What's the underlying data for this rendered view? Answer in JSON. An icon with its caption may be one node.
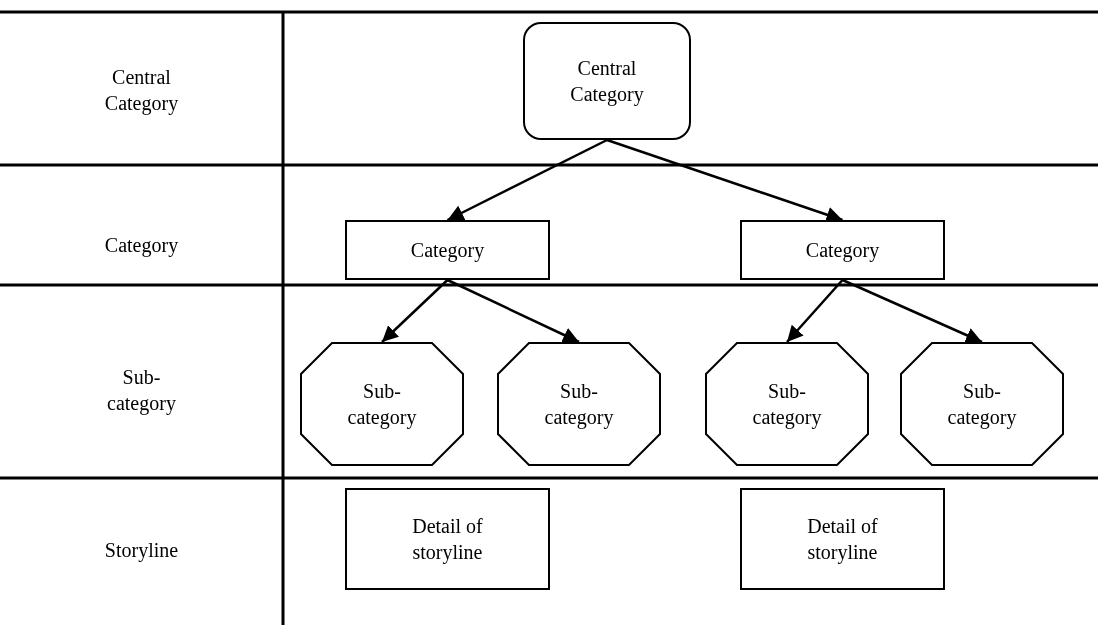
{
  "diagram": {
    "nodes": [
      {
        "text": [
          "Central Category"
        ]
      },
      {
        "text": [
          "Category"
        ]
      },
      {
        "text": [
          "Category"
        ]
      },
      {
        "text": [
          "Sub- category"
        ]
      },
      {
        "text": [
          "Sub- category"
        ]
      },
      {
        "text": [
          "Sub- category"
        ]
      },
      {
        "text": [
          "Sub- category"
        ]
      },
      {
        "text": [
          "Detail of storyline"
        ]
      },
      {
        "text": [
          "Detail of storyline"
        ]
      }
    ],
    "edges": [
      {
        "from": 0,
        "to": 1,
        "arrow": "to"
      },
      {
        "from": 0,
        "to": 2,
        "arrow": "to"
      },
      {
        "from": 1,
        "to": 3,
        "arrow": "to"
      },
      {
        "from": 1,
        "to": 4,
        "arrow": "to"
      },
      {
        "from": 2,
        "to": 5,
        "arrow": "to"
      },
      {
        "from": 2,
        "to": 6,
        "arrow": "to"
      }
    ],
    "labels": [
      "Central Category",
      "Category",
      "Sub- category",
      "Storyline"
    ]
  }
}
